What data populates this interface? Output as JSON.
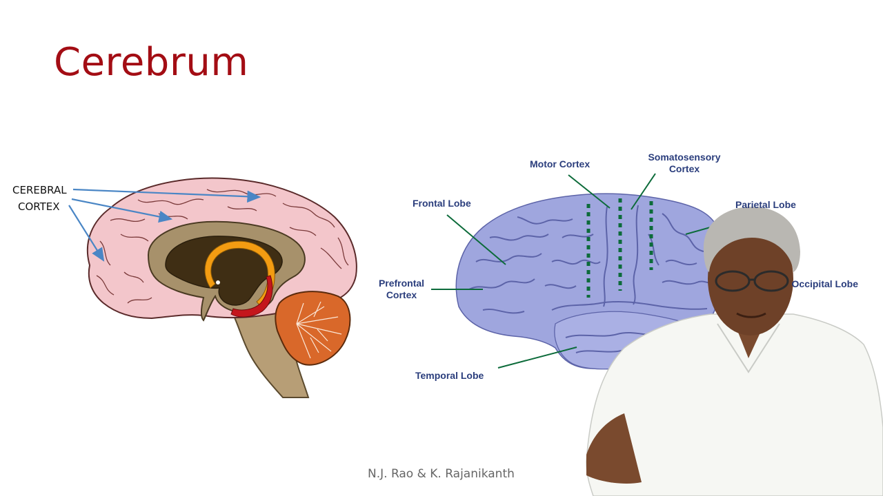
{
  "slide": {
    "title": "Cerebrum",
    "footer": "N.J. Rao & K. Rajanikanth"
  },
  "sagittal_diagram": {
    "label_line1": "CEREBRAL",
    "label_line2": "CORTEX",
    "colors": {
      "cortex": "#f3c6cb",
      "inner": "#a7916b",
      "ventricle": "#3f2e14",
      "corpus_callosum": "#f39c12",
      "cerebellum": "#d9682a",
      "brainstem": "#b79e76",
      "arrow": "#4a86c5"
    }
  },
  "lateral_diagram": {
    "labels": {
      "motor_cortex": "Motor Cortex",
      "somatosensory_line1": "Somatosensory",
      "somatosensory_line2": "Cortex",
      "frontal_lobe": "Frontal Lobe",
      "parietal_lobe": "Parietal Lobe",
      "prefrontal_line1": "Prefrontal",
      "prefrontal_line2": "Cortex",
      "occipital_lobe": "Occipital Lobe",
      "temporal_lobe": "Temporal Lobe"
    },
    "colors": {
      "brain": "#9fa6de",
      "sulci": "#5c63a8",
      "leader": "#0c6b3a",
      "label": "#2a3d7c"
    }
  }
}
